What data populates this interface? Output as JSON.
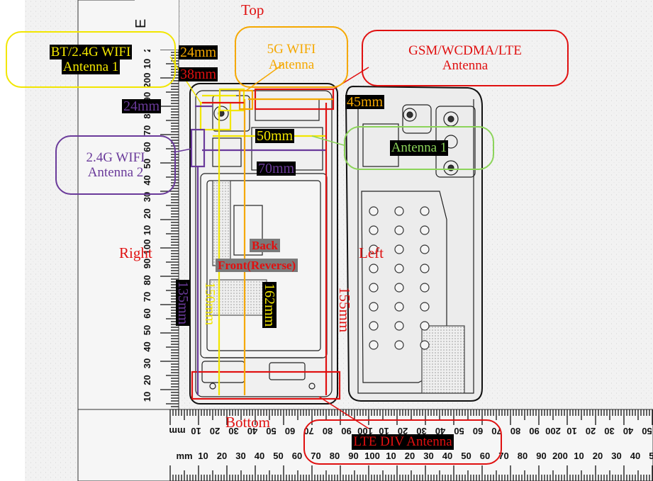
{
  "labels": {
    "top": "Top",
    "bottom": "Bottom",
    "right": "Right",
    "left": "Left",
    "back": "Back",
    "front_reverse": "Front(Reverse)"
  },
  "callouts": {
    "bt_wifi": {
      "line1": "BT/2.4G WIFI",
      "line2": "Antenna 1"
    },
    "wifi_5g": {
      "line1": "5G WIFI",
      "line2": "Antenna"
    },
    "gsm": {
      "line1": "GSM/WCDMA/LTE",
      "line2": "Antenna"
    },
    "antenna1": {
      "line1": "Antenna 1"
    },
    "wifi_24g_2": {
      "line1": "2.4G WIFI",
      "line2": "Antenna 2"
    },
    "lte_div": {
      "line1": "LTE DIV Antenna"
    }
  },
  "dimensions": {
    "d24_yellow": "24mm",
    "d38": "38mm",
    "d24_purple": "24mm",
    "d45": "45mm",
    "d50": "50mm",
    "d70": "70mm",
    "d135": "135mm",
    "d150": "150mm",
    "d162": "162mm",
    "d155": "155mm"
  },
  "colors": {
    "red": "#e01010",
    "yellow": "#f2e600",
    "orange": "#f5a800",
    "purple": "#6a3a9a",
    "green": "#8cd45a"
  },
  "ruler_left_ticks": [
    "10",
    "20",
    "30",
    "40",
    "50",
    "60",
    "70",
    "80",
    "90",
    "100",
    "10",
    "20",
    "30",
    "40",
    "50",
    "60",
    "70",
    "80",
    "90",
    "200",
    "10",
    "20"
  ],
  "ruler_bottom_ticks": [
    "mm",
    "10",
    "20",
    "30",
    "40",
    "50",
    "60",
    "70",
    "80",
    "90",
    "100",
    "10",
    "20",
    "30",
    "40",
    "50",
    "60",
    "70",
    "80",
    "90",
    "200",
    "10",
    "20",
    "30",
    "40",
    "50"
  ]
}
